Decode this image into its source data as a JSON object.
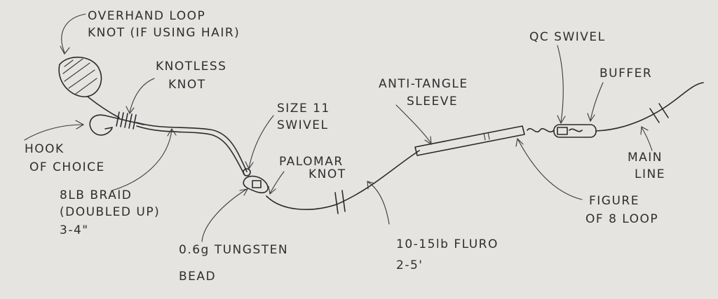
{
  "title": "Fishing rig sketch",
  "labels": {
    "overhand_loop_1": "OVERHAND LOOP",
    "overhand_loop_2": "KNOT (IF USING HAIR)",
    "knotless_1": "KNOTLESS",
    "knotless_2": "KNOT",
    "hook_1": "HOOK",
    "hook_2": "OF CHOICE",
    "braid_1": "8LB BRAID",
    "braid_2": "(DOUBLED UP)",
    "braid_3": "3-4\"",
    "swivel_1": "SIZE 11",
    "swivel_2": "SWIVEL",
    "palomar_1": "PALOMAR",
    "palomar_2": "KNOT",
    "bead_1": "0.6g TUNGSTEN",
    "bead_2": "BEAD",
    "fluro_1": "10-15lb FLURO",
    "fluro_2": "2-5'",
    "sleeve_1": "ANTI-TANGLE",
    "sleeve_2": "SLEEVE",
    "qc_swivel": "QC SWIVEL",
    "buffer": "BUFFER",
    "mainline_1": "MAIN",
    "mainline_2": "LINE",
    "fig8_1": "FIGURE",
    "fig8_2": "OF 8 LOOP"
  }
}
